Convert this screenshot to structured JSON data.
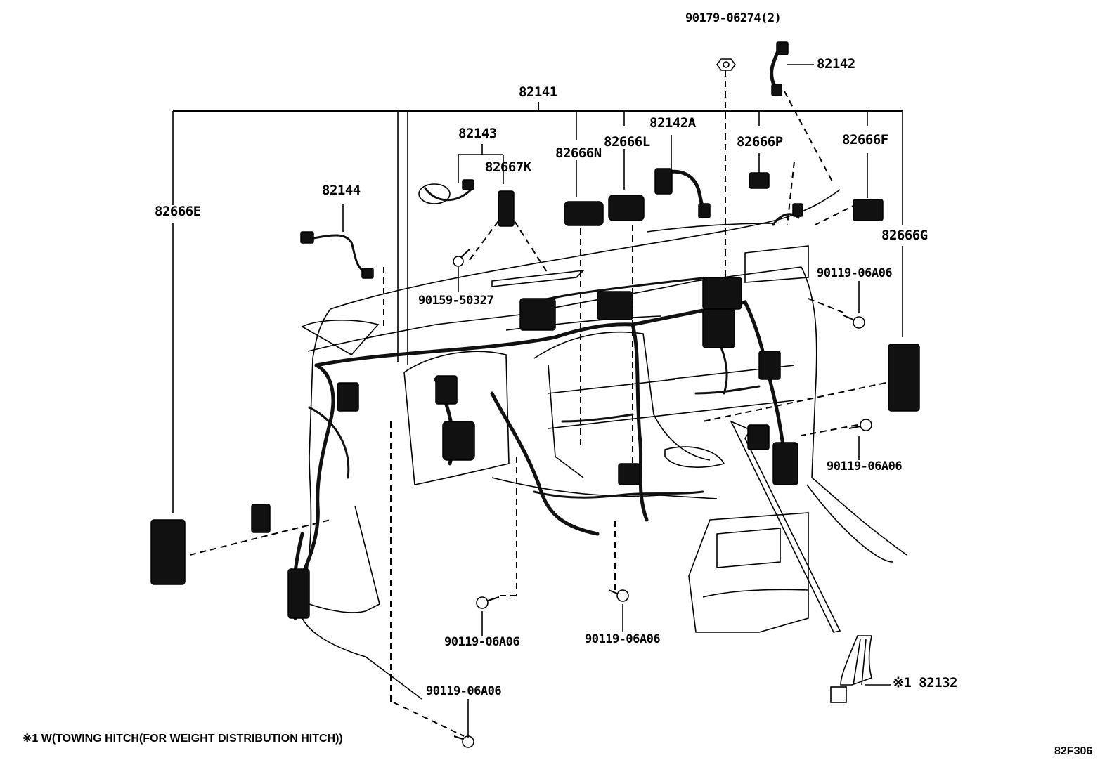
{
  "diagram": {
    "code": "82F306",
    "note": "※1 W(TOWING HITCH(FOR WEIGHT DISTRIBUTION HITCH))",
    "labels": {
      "p82141": "82141",
      "p82142": "82142",
      "p82142A": "82142A",
      "p82143": "82143",
      "p82144": "82144",
      "p82132": "※1 82132",
      "p82666E": "82666E",
      "p82666F": "82666F",
      "p82666G": "82666G",
      "p82666L": "82666L",
      "p82666N": "82666N",
      "p82666P": "82666P",
      "p82667K": "82667K",
      "p90179": "90179-06274(2)",
      "p90159": "90159-50327",
      "p90119_a": "90119-06A06",
      "p90119_b": "90119-06A06",
      "p90119_c": "90119-06A06",
      "p90119_d": "90119-06A06",
      "p90119_e": "90119-06A06"
    }
  }
}
